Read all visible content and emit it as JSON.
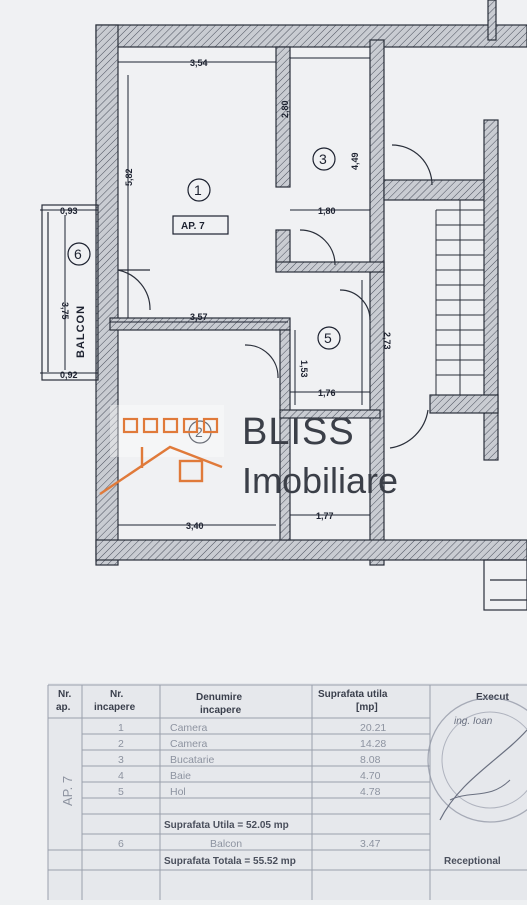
{
  "plan": {
    "apartment_label": "AP. 7",
    "balcony_label": "BALCON",
    "rooms": {
      "r1": "1",
      "r3": "3",
      "r5": "5",
      "r6": "6",
      "r2": "2"
    },
    "dims": {
      "top_width": "3,54",
      "r3_height": "2,80",
      "r1_height": "5,82",
      "r3_vertical": "4,49",
      "r3_width": "1,80",
      "bal_top": "0,93",
      "bal_len": "3,75",
      "bal_bottom": "0,92",
      "mid_width": "3,57",
      "hall_height": "2,73",
      "bath_height": "1,53",
      "bath_width": "1,76",
      "bottom_width": "3,40",
      "small_width": "1,77"
    }
  },
  "watermark": {
    "brand_line1": "BLISS",
    "brand_line2": "Imobiliare",
    "accent_color": "#e07a3a"
  },
  "table": {
    "headers": {
      "nr_ap": "Nr. ap.",
      "nr_incapere": "Nr. incapere",
      "denumire": "Denumire incapere",
      "suprafata": "Suprafata utila [mp]",
      "execut": "Execut"
    },
    "apartment_vertical": "AP. 7",
    "rows": [
      {
        "nr": "1",
        "name": "Camera",
        "area": "20.21"
      },
      {
        "nr": "2",
        "name": "Camera",
        "area": "14.28"
      },
      {
        "nr": "3",
        "name": "Bucatarie",
        "area": "8.08"
      },
      {
        "nr": "4",
        "name": "Baie",
        "area": "4.70"
      },
      {
        "nr": "5",
        "name": "Hol",
        "area": "4.78"
      }
    ],
    "util_total": "Suprafata Utila = 52.05 mp",
    "balcony_row": {
      "nr": "6",
      "name": "Balcon",
      "area": "3.47"
    },
    "total": "Suprafata Totala = 55.52 mp",
    "stamp_text": "ing. Ioan",
    "receptie": "Receptional"
  }
}
